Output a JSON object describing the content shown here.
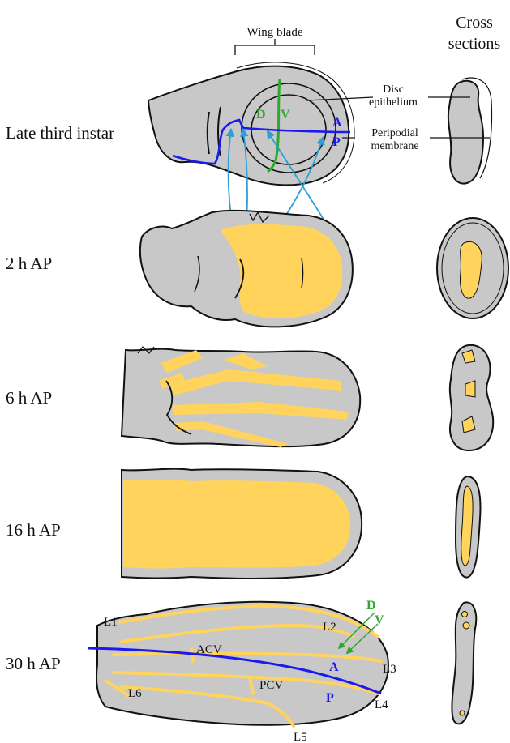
{
  "header": {
    "wing_blade": "Wing blade",
    "cross_line1": "Cross",
    "cross_line2": "sections"
  },
  "stages": [
    {
      "label": "Late third instar"
    },
    {
      "label": "2 h AP"
    },
    {
      "label": "6 h AP"
    },
    {
      "label": "16 h AP"
    },
    {
      "label": "30 h AP"
    }
  ],
  "disc_labels": {
    "disc_line1": "Disc",
    "disc_line2": "epithelium",
    "peri_line1": "Peripodial",
    "peri_line2": "membrane",
    "d": "D",
    "v": "V",
    "a": "A",
    "p": "P"
  },
  "wing_labels": {
    "l1": "L1",
    "l2": "L2",
    "l3": "L3",
    "l4": "L4",
    "l5": "L5",
    "l6": "L6",
    "acv": "ACV",
    "pcv": "PCV",
    "d": "D",
    "v": "V",
    "a": "A",
    "p": "P"
  },
  "colors": {
    "tissue_gray": "#c8c8c8",
    "vein_yellow": "#ffd35c",
    "ap_boundary_blue": "#1a1aee",
    "dv_boundary_green": "#2ea82e",
    "arrow_cyan": "#2b9fd6",
    "outline": "#111111"
  }
}
